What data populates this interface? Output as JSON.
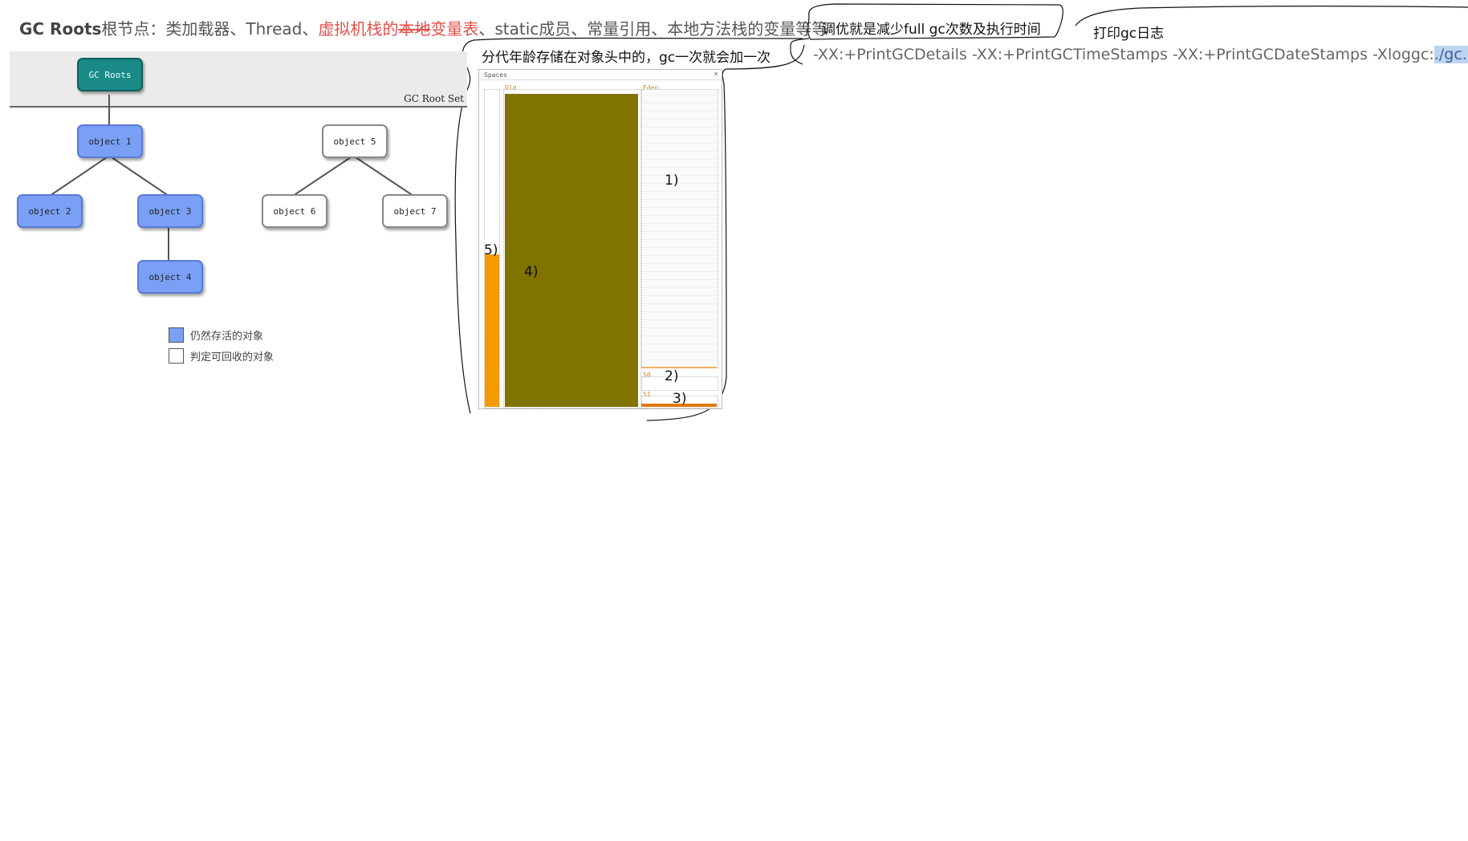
{
  "header": {
    "bold": "GC Roots",
    "plain_before": "根节点：类加载器、Thread、",
    "red": "虚拟机栈的",
    "red_strike": "本地",
    "red_after": "变量表",
    "plain_after": "、static成员、常量引用、本地方法栈的变量等等"
  },
  "gc_diagram": {
    "band_label": "GC Root Set",
    "nodes": {
      "root": "GC Roots",
      "o1": "object 1",
      "o2": "object 2",
      "o3": "object 3",
      "o4": "object 4",
      "o5": "object 5",
      "o6": "object 6",
      "o7": "object 7"
    },
    "legend": {
      "alive": "仍然存活的对象",
      "collectable": "判定可回收的对象"
    },
    "colors": {
      "alive": "#7aa0f5",
      "root": "#1a8a86",
      "dead": "#ffffff"
    }
  },
  "spaces": {
    "title": "Spaces",
    "close": "×",
    "old_label": "Old",
    "eden_label": "Eden",
    "s0_label": "S0",
    "s1_label": "S1",
    "colors": {
      "old": "#807300",
      "perm": "#f29a00",
      "survivor": "#e07800"
    }
  },
  "annotations": {
    "a1": "1)",
    "a2": "2)",
    "a3": "3)",
    "a4": "4)",
    "a5": "5)"
  },
  "notes": {
    "tuning": "调优就是减少full gc次数及执行时间",
    "age": "分代年龄存储在对象头中的，gc一次就会加一次",
    "print_gc": "打印gc日志"
  },
  "jvm_flags": {
    "text": "-XX:+PrintGCDetails  -XX:+PrintGCTimeStamps  -XX:+PrintGCDateStamps  -Xloggc:",
    "highlight": "./gc.log"
  }
}
